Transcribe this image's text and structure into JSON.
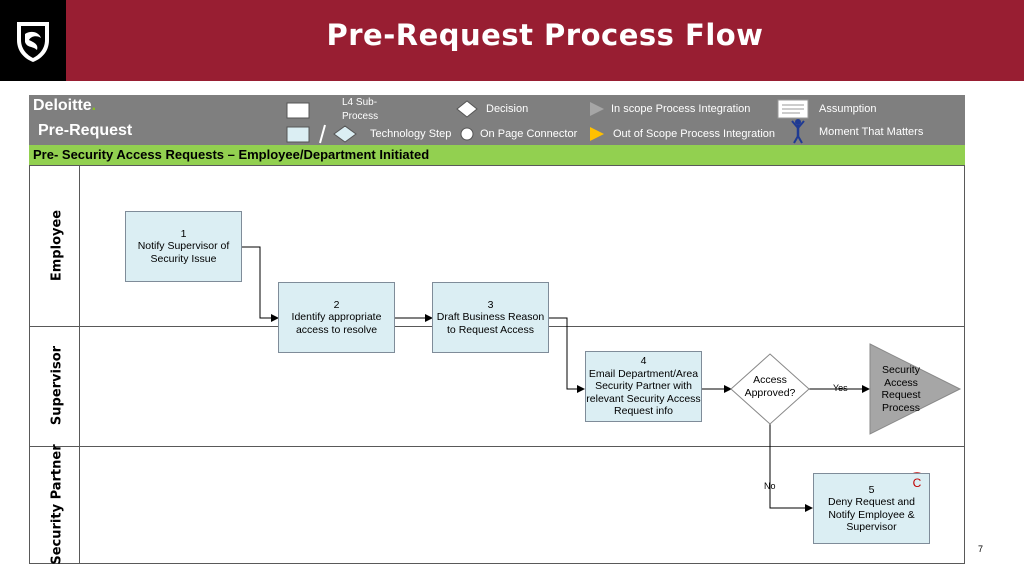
{
  "header": {
    "title": "Pre-Request Process Flow",
    "background": "#981e32"
  },
  "legend": {
    "brand": "Deloitte",
    "brand_dot": ".",
    "section": "Pre-Request",
    "items": {
      "l4_subprocess": "L4 Sub-\nProcess",
      "technology_step": "Technology Step",
      "decision": "Decision",
      "on_page_connector": "On Page Connector",
      "in_scope": "In scope Process Integration",
      "out_of_scope": "Out of Scope Process Integration",
      "assumption": "Assumption",
      "moment": "Moment That Matters"
    }
  },
  "process_title": "Pre- Security Access Requests – Employee/Department Initiated",
  "lanes": [
    "Employee",
    "Supervisor",
    "Security Partner"
  ],
  "steps": {
    "s1": {
      "num": "1",
      "text": "Notify Supervisor of Security Issue"
    },
    "s2": {
      "num": "2",
      "text": "Identify appropriate access to resolve"
    },
    "s3": {
      "num": "3",
      "text": "Draft Business Reason to Request Access"
    },
    "s4": {
      "num": "4",
      "text": "Email Department/Area Security Partner with relevant Security Access Request info"
    },
    "s5": {
      "num": "5",
      "text": "Deny Request and Notify Employee & Supervisor"
    }
  },
  "decision": "Access Approved?",
  "yes_label": "Yes",
  "no_label": "No",
  "integration": "Security Access Request Process",
  "badge": "C",
  "page_number": "7",
  "colors": {
    "step_fill": "#dbeef3",
    "legend_bg": "#7f7f7f",
    "process_bar": "#92d050",
    "in_scope": "#a6a6a6",
    "out_of_scope": "#ffc000",
    "badge": "#c00000"
  }
}
